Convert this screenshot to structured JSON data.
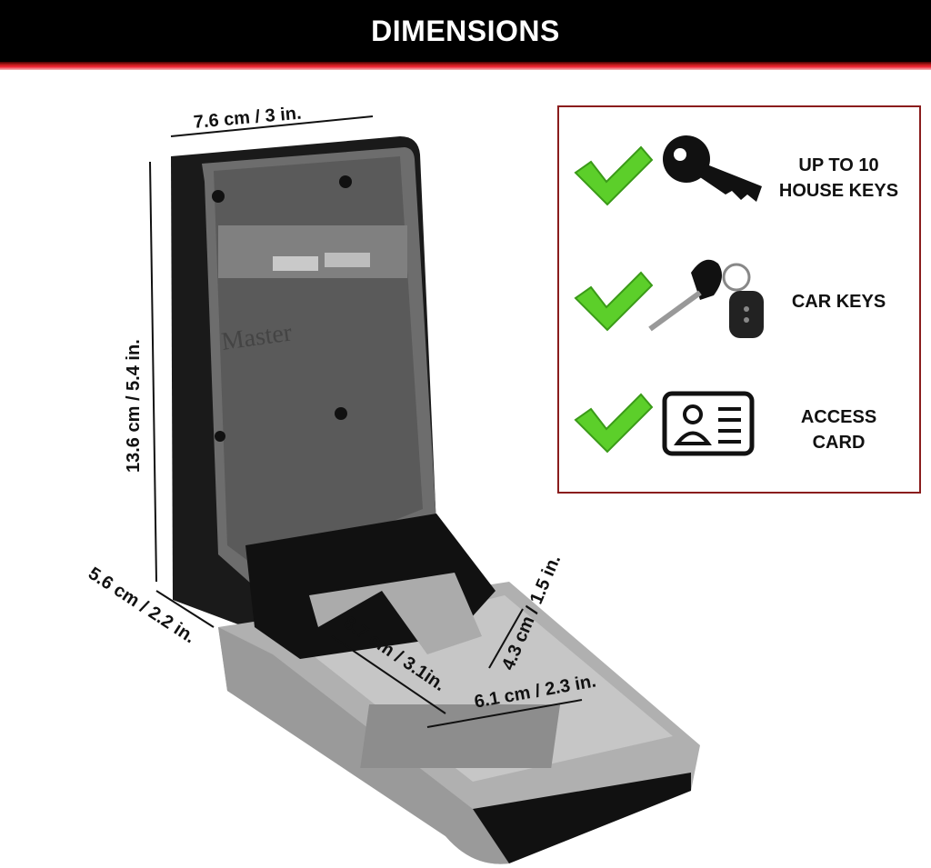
{
  "header": {
    "title": "DIMENSIONS"
  },
  "dimensions": {
    "width": "7.6 cm / 3 in.",
    "height": "13.6 cm / 5.4 in.",
    "depth": "5.6 cm / 2.2 in.",
    "inner_length": "8.7 cm / 3.1in.",
    "inner_height": "4.3 cm / 1.5 in.",
    "inner_width": "6.1 cm / 2.3 in."
  },
  "features": [
    {
      "label": "UP TO 10\nHOUSE KEYS",
      "icon": "house-key-icon"
    },
    {
      "label": "CAR KEYS",
      "icon": "car-key-icon"
    },
    {
      "label": "ACCESS\nCARD",
      "icon": "access-card-icon"
    }
  ],
  "colors": {
    "accent": "#c81e1e",
    "check": "#5ccf2a",
    "panel_border": "#8a1d1d"
  }
}
